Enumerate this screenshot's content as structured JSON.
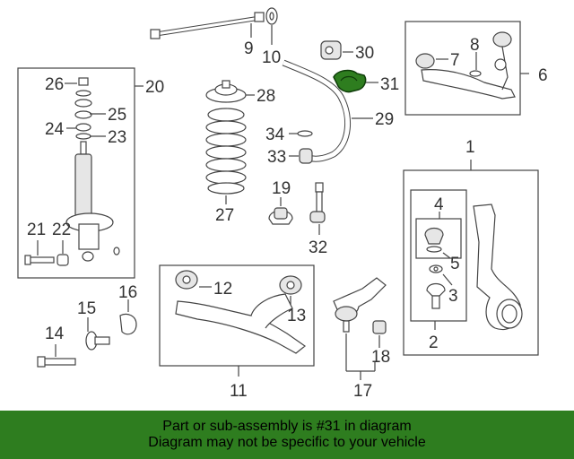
{
  "callouts": {
    "c1": "1",
    "c2": "2",
    "c3": "3",
    "c4": "4",
    "c5": "5",
    "c6": "6",
    "c7": "7",
    "c8": "8",
    "c9": "9",
    "c10": "10",
    "c11": "11",
    "c12": "12",
    "c13": "13",
    "c14": "14",
    "c15": "15",
    "c16": "16",
    "c17": "17",
    "c18": "18",
    "c19": "19",
    "c20": "20",
    "c21": "21",
    "c22": "22",
    "c23": "23",
    "c24": "24",
    "c25": "25",
    "c26": "26",
    "c27": "27",
    "c28": "28",
    "c29": "29",
    "c30": "30",
    "c31": "31",
    "c32": "32",
    "c33": "33",
    "c34": "34"
  },
  "highlight": {
    "part_number": "31",
    "color": "#2e7d1f"
  },
  "banner": {
    "line1": "Part or sub-assembly is #31 in diagram",
    "line2": "Diagram may not be specific to your vehicle",
    "color": "#2e7d1f"
  }
}
